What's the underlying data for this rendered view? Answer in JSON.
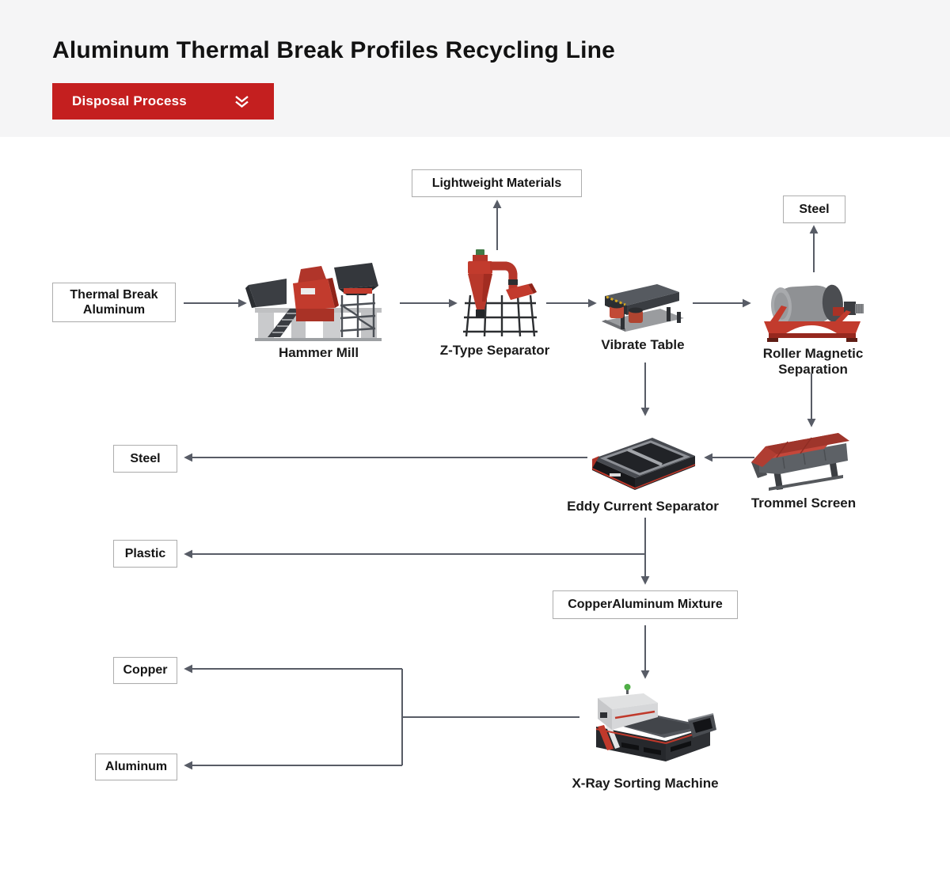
{
  "header": {
    "title": "Aluminum Thermal Break Profiles Recycling Line",
    "button": {
      "label": "Disposal Process",
      "icon": "chevron-double-down"
    }
  },
  "flow": {
    "io_boxes": [
      {
        "id": "thermal-break-aluminum",
        "label": "Thermal Break Aluminum"
      },
      {
        "id": "lightweight-materials",
        "label": "Lightweight Materials"
      },
      {
        "id": "steel-top",
        "label": "Steel"
      },
      {
        "id": "steel-left",
        "label": "Steel"
      },
      {
        "id": "plastic",
        "label": "Plastic"
      },
      {
        "id": "copper-aluminum-mixture",
        "label": "CopperAluminum Mixture"
      },
      {
        "id": "copper",
        "label": "Copper"
      },
      {
        "id": "aluminum",
        "label": "Aluminum"
      }
    ],
    "machines": [
      {
        "id": "hammer-mill",
        "label": "Hammer Mill"
      },
      {
        "id": "z-type-separator",
        "label": "Z-Type Separator"
      },
      {
        "id": "vibrate-table",
        "label": "Vibrate Table"
      },
      {
        "id": "roller-magnetic-separation",
        "label": "Roller Magnetic Separation"
      },
      {
        "id": "trommel-screen",
        "label": "Trommel Screen"
      },
      {
        "id": "eddy-current-separator",
        "label": "Eddy Current Separator"
      },
      {
        "id": "x-ray-sorting-machine",
        "label": "X-Ray Sorting Machine"
      }
    ],
    "edges": [
      {
        "from": "thermal-break-aluminum",
        "to": "hammer-mill"
      },
      {
        "from": "hammer-mill",
        "to": "z-type-separator"
      },
      {
        "from": "z-type-separator",
        "to": "lightweight-materials"
      },
      {
        "from": "z-type-separator",
        "to": "vibrate-table"
      },
      {
        "from": "vibrate-table",
        "to": "roller-magnetic-separation"
      },
      {
        "from": "roller-magnetic-separation",
        "to": "steel-top"
      },
      {
        "from": "roller-magnetic-separation",
        "to": "trommel-screen"
      },
      {
        "from": "trommel-screen",
        "to": "eddy-current-separator"
      },
      {
        "from": "vibrate-table",
        "to": "eddy-current-separator"
      },
      {
        "from": "eddy-current-separator",
        "to": "steel-left"
      },
      {
        "from": "eddy-current-separator",
        "to": "plastic"
      },
      {
        "from": "eddy-current-separator",
        "to": "copper-aluminum-mixture"
      },
      {
        "from": "copper-aluminum-mixture",
        "to": "x-ray-sorting-machine"
      },
      {
        "from": "x-ray-sorting-machine",
        "to": "copper"
      },
      {
        "from": "x-ray-sorting-machine",
        "to": "aluminum"
      }
    ]
  },
  "colors": {
    "accent_red": "#c41f1f",
    "arrow": "#585c66",
    "box_border": "#aeaeae",
    "header_bg": "#f5f5f6",
    "machine_red": "#c23b2d"
  }
}
